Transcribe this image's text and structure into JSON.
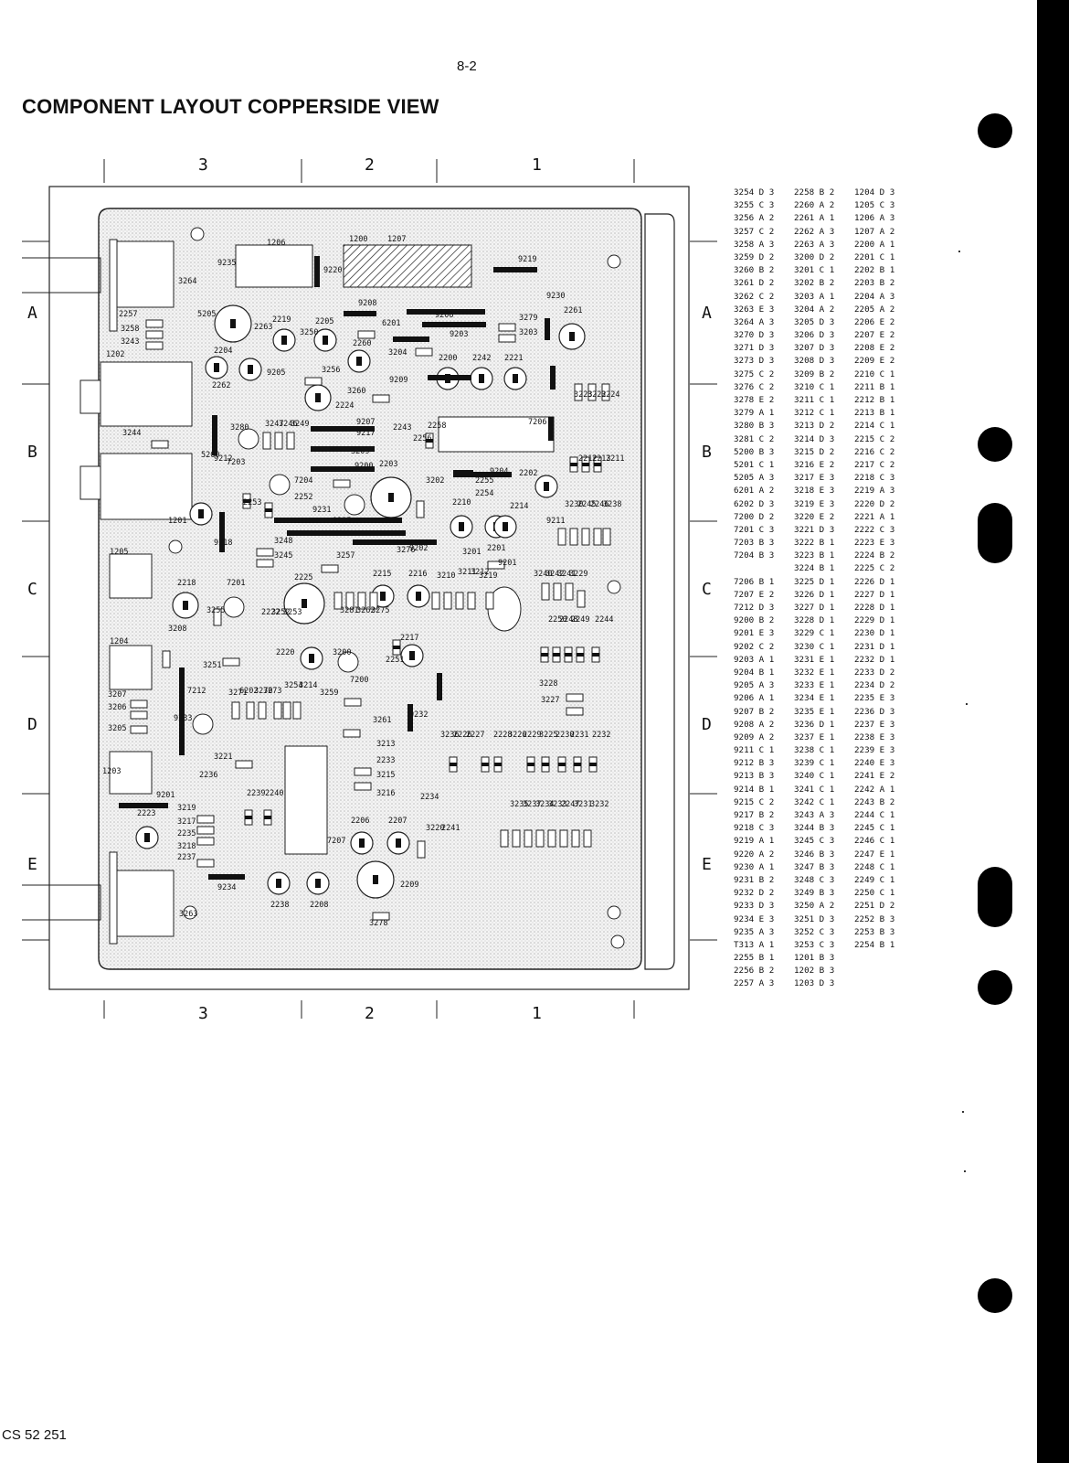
{
  "header": {
    "page_number": "8-2",
    "title": "COMPONENT LAYOUT COPPERSIDE VIEW"
  },
  "footer": {
    "code": "CS 52 251"
  },
  "grid": {
    "columns": [
      "3",
      "2",
      "1"
    ],
    "rows": [
      "A",
      "B",
      "C",
      "D",
      "E"
    ]
  },
  "board_labels": [
    "1206",
    "1200",
    "1207",
    "9219",
    "9235",
    "3264",
    "9220",
    "5205",
    "9230",
    "2261",
    "2257",
    "3258",
    "3243",
    "2263",
    "2219",
    "3250",
    "2205",
    "9208",
    "6201",
    "9206",
    "3279",
    "3203",
    "1202",
    "2204",
    "2262",
    "9205",
    "2260",
    "3204",
    "2200",
    "2242",
    "2221",
    "9203",
    "3256",
    "2224",
    "3260",
    "9209",
    "7206",
    "3223",
    "3222",
    "3224",
    "3244",
    "3280",
    "3247",
    "3246",
    "3249",
    "9207",
    "9217",
    "2243",
    "2256",
    "2258",
    "5200",
    "9212",
    "7203",
    "3209",
    "9200",
    "2203",
    "9204",
    "2255",
    "2254",
    "2202",
    "7204",
    "2252",
    "2253",
    "9231",
    "3202",
    "2210",
    "2214",
    "2212",
    "2213",
    "2211",
    "1201",
    "9215",
    "9211",
    "3230",
    "2245",
    "2246",
    "3238",
    "1205",
    "9218",
    "3248",
    "3245",
    "3257",
    "9202",
    "3276",
    "3201",
    "2201",
    "9201",
    "2218",
    "7201",
    "3255",
    "2225",
    "2215",
    "2216",
    "3210",
    "3211",
    "3212",
    "3219",
    "3240",
    "3242",
    "3241",
    "3229",
    "2222",
    "3252",
    "3253",
    "3281",
    "3262",
    "3275",
    "1204",
    "3208",
    "2220",
    "3200",
    "2217",
    "2251",
    "7200",
    "2250",
    "2248",
    "2249",
    "2244",
    "3251",
    "3228",
    "3227",
    "3207",
    "3206",
    "3205",
    "9233",
    "7212",
    "3271",
    "6202",
    "3270",
    "3273",
    "3254",
    "3214",
    "3259",
    "9232",
    "3261",
    "3213",
    "2233",
    "3215",
    "3216",
    "3236",
    "2226",
    "2227",
    "2228",
    "3226",
    "2229",
    "3225",
    "2230",
    "2231",
    "2232",
    "1203",
    "3221",
    "2236",
    "2234",
    "7207",
    "9201",
    "2223",
    "3219",
    "3217",
    "2235",
    "3218",
    "2237",
    "2239",
    "2240",
    "2206",
    "2207",
    "3220",
    "2241",
    "3235",
    "3237",
    "3234",
    "3233",
    "2247",
    "3231",
    "3232",
    "9234",
    "2238",
    "2208",
    "2209",
    "3263",
    "3278"
  ],
  "cross_reference": {
    "column_1": [
      "3254 D 3",
      "3255 C 3",
      "3256 A 2",
      "3257 C 2",
      "3258 A 3",
      "3259 D 2",
      "3260 B 2",
      "3261 D 2",
      "3262 C 2",
      "3263 E 3",
      "3264 A 3",
      "3270 D 3",
      "3271 D 3",
      "3273 D 3",
      "3275 C 2",
      "3276 C 2",
      "3278 E 2",
      "3279 A 1",
      "3280 B 3",
      "3281 C 2",
      "5200 B 3",
      "5201 C 1",
      "5205 A 3",
      "6201 A 2",
      "6202 D 3",
      "7200 D 2",
      "7201 C 3",
      "7203 B 3",
      "7204 B 3",
      "",
      "7206 B 1",
      "7207 E 2",
      "7212 D 3",
      "9200 B 2",
      "9201 E 3",
      "9202 C 2",
      "9203 A 1",
      "9204 B 1",
      "9205 A 3",
      "9206 A 1",
      "9207 B 2",
      "9208 A 2",
      "9209 A 2",
      "9211 C 1",
      "9212 B 3",
      "9213 B 3",
      "9214 B 1",
      "9215 C 2",
      "9217 B 2",
      "9218 C 3",
      "9219 A 1",
      "9220 A 2",
      "9230 A 1",
      "9231 B 2",
      "9232 D 2",
      "9233 D 3",
      "9234 E 3",
      "9235 A 3",
      "T313 A 1",
      "2255 B 1",
      "2256 B 2",
      "2257 A 3"
    ],
    "column_2": [
      "2258 B 2",
      "2260 A 2",
      "2261 A 1",
      "2262 A 3",
      "2263 A 3",
      "3200 D 2",
      "3201 C 1",
      "3202 B 2",
      "3203 A 1",
      "3204 A 2",
      "3205 D 3",
      "3206 D 3",
      "3207 D 3",
      "3208 D 3",
      "3209 B 2",
      "3210 C 1",
      "3211 C 1",
      "3212 C 1",
      "3213 D 2",
      "3214 D 3",
      "3215 D 2",
      "3216 E 2",
      "3217 E 3",
      "3218 E 3",
      "3219 E 3",
      "3220 E 2",
      "3221 D 3",
      "3222 B 1",
      "3223 B 1",
      "3224 B 1",
      "3225 D 1",
      "3226 D 1",
      "3227 D 1",
      "3228 D 1",
      "3229 C 1",
      "3230 C 1",
      "3231 E 1",
      "3232 E 1",
      "3233 E 1",
      "3234 E 1",
      "3235 E 1",
      "3236 D 1",
      "3237 E 1",
      "3238 C 1",
      "3239 C 1",
      "3240 C 1",
      "3241 C 1",
      "3242 C 1",
      "3243 A 3",
      "3244 B 3",
      "3245 C 3",
      "3246 B 3",
      "3247 B 3",
      "3248 C 3",
      "3249 B 3",
      "3250 A 2",
      "3251 D 3",
      "3252 C 3",
      "3253 C 3",
      "1201 B 3",
      "1202 B 3",
      "1203 D 3"
    ],
    "column_3": [
      "1204 D 3",
      "1205 C 3",
      "1206 A 3",
      "1207 A 2",
      "2200 A 1",
      "2201 C 1",
      "2202 B 1",
      "2203 B 2",
      "2204 A 3",
      "2205 A 2",
      "2206 E 2",
      "2207 E 2",
      "2208 E 2",
      "2209 E 2",
      "2210 C 1",
      "2211 B 1",
      "2212 B 1",
      "2213 B 1",
      "2214 C 1",
      "2215 C 2",
      "2216 C 2",
      "2217 C 2",
      "2218 C 3",
      "2219 A 3",
      "2220 D 2",
      "2221 A 1",
      "2222 C 3",
      "2223 E 3",
      "2224 B 2",
      "2225 C 2",
      "2226 D 1",
      "2227 D 1",
      "2228 D 1",
      "2229 D 1",
      "2230 D 1",
      "2231 D 1",
      "2232 D 1",
      "2233 D 2",
      "2234 D 2",
      "2235 E 3",
      "2236 D 3",
      "2237 E 3",
      "2238 E 3",
      "2239 E 3",
      "2240 E 3",
      "2241 E 2",
      "2242 A 1",
      "2243 B 2",
      "2244 C 1",
      "2245 C 1",
      "2246 C 1",
      "2247 E 1",
      "2248 C 1",
      "2249 C 1",
      "2250 C 1",
      "2251 D 2",
      "2252 B 3",
      "2253 B 3",
      "2254 B 1"
    ]
  }
}
